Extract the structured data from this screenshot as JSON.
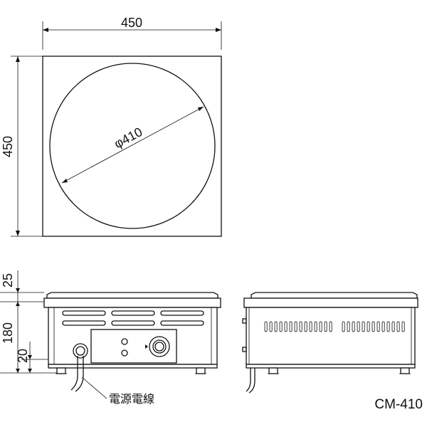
{
  "top_view": {
    "width_dim": "450",
    "depth_dim": "450",
    "diameter_dim": "φ410"
  },
  "front_view": {
    "height_top_dim": "25",
    "height_body_dim": "180",
    "height_foot_dim": "20",
    "cord_label": "電源電線"
  },
  "model_name": "CM-410"
}
